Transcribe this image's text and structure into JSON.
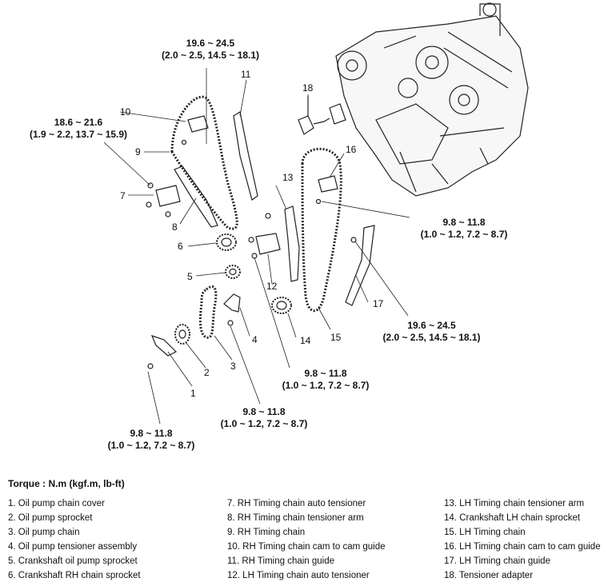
{
  "torque_callouts": [
    {
      "id": "t1",
      "line1": "19.6 ~ 24.5",
      "line2": "(2.0 ~ 2.5, 14.5 ~ 18.1)"
    },
    {
      "id": "t2",
      "line1": "18.6 ~ 21.6",
      "line2": "(1.9 ~ 2.2, 13.7 ~ 15.9)"
    },
    {
      "id": "t3",
      "line1": "9.8 ~ 11.8",
      "line2": "(1.0 ~ 1.2, 7.2 ~ 8.7)"
    },
    {
      "id": "t4",
      "line1": "19.6 ~ 24.5",
      "line2": "(2.0 ~ 2.5, 14.5 ~ 18.1)"
    },
    {
      "id": "t5",
      "line1": "9.8 ~ 11.8",
      "line2": "(1.0 ~ 1.2, 7.2 ~ 8.7)"
    },
    {
      "id": "t6",
      "line1": "9.8 ~ 11.8",
      "line2": "(1.0 ~ 1.2, 7.2 ~ 8.7)"
    },
    {
      "id": "t7",
      "line1": "9.8 ~ 11.8",
      "line2": "(1.0 ~ 1.2, 7.2 ~ 8.7)"
    }
  ],
  "part_numbers": [
    "1",
    "2",
    "3",
    "4",
    "5",
    "6",
    "7",
    "8",
    "9",
    "10",
    "11",
    "12",
    "13",
    "14",
    "15",
    "16",
    "17",
    "18"
  ],
  "legend": {
    "title": "Torque : N.m (kgf.m, lb-ft)",
    "column1": [
      "1. Oil pump chain cover",
      "2. Oil pump sprocket",
      "3. Oil pump chain",
      "4. Oil pump tensioner assembly",
      "5. Crankshaft oil pump sprocket",
      "6. Crankshaft RH chain sprocket"
    ],
    "column2": [
      "7. RH Timing chain auto tensioner",
      "8. RH Timing chain tensioner arm",
      "9. RH Timing chain",
      "10. RH Timing chain cam to cam guide",
      "11. RH Timing chain guide",
      "12. LH Timing chain auto tensioner"
    ],
    "column3": [
      "13. LH Timing chain tensioner arm",
      "14. Crankshaft LH chain sprocket",
      "15. LH Timing chain",
      "16. LH Timing chain cam to cam guide",
      "17. LH Timing chain guide",
      "18. Tensioner adapter"
    ]
  }
}
